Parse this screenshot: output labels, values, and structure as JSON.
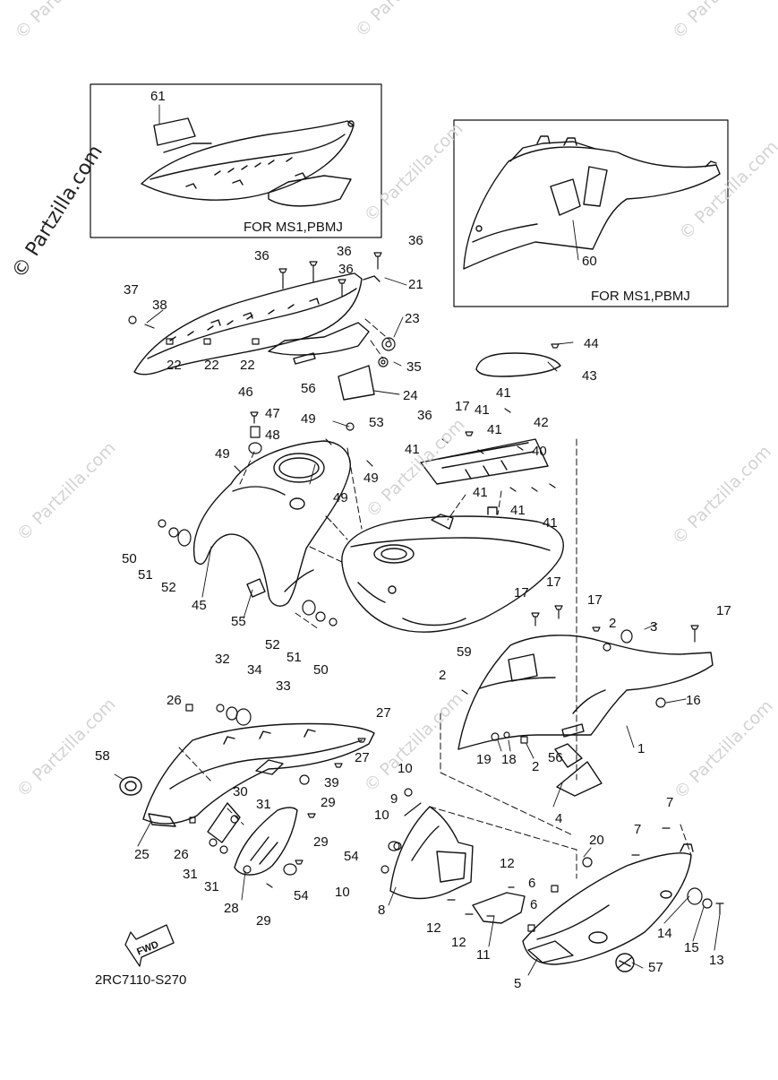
{
  "watermark": {
    "text": "© Partzilla.com"
  },
  "side_watermark": {
    "text": "© Partzilla.com"
  },
  "inset_left": {
    "caption": "FOR MS1,PBMJ",
    "part_numbers": [
      "61"
    ]
  },
  "inset_right": {
    "caption": "FOR MS1,PBMJ",
    "part_numbers": [
      "60"
    ]
  },
  "fwd_label": "FWD",
  "diagram_code": "2RC7110-S270",
  "callouts": [
    "36",
    "36",
    "36",
    "36",
    "21",
    "37",
    "38",
    "22",
    "22",
    "22",
    "23",
    "35",
    "56",
    "24",
    "46",
    "47",
    "48",
    "49",
    "53",
    "49",
    "49",
    "49",
    "50",
    "51",
    "52",
    "45",
    "55",
    "52",
    "51",
    "50",
    "36",
    "17",
    "41",
    "41",
    "42",
    "41",
    "41",
    "40",
    "41",
    "41",
    "41",
    "43",
    "44",
    "17",
    "17",
    "17",
    "2",
    "3",
    "17",
    "59",
    "2",
    "16",
    "19",
    "18",
    "2",
    "56",
    "1",
    "4",
    "32",
    "34",
    "33",
    "26",
    "27",
    "27",
    "39",
    "58",
    "30",
    "31",
    "29",
    "25",
    "26",
    "31",
    "31",
    "29",
    "28",
    "29",
    "54",
    "10",
    "9",
    "10",
    "54",
    "10",
    "8",
    "12",
    "12",
    "12",
    "11",
    "6",
    "6",
    "20",
    "7",
    "7",
    "14",
    "15",
    "13",
    "57",
    "5"
  ]
}
